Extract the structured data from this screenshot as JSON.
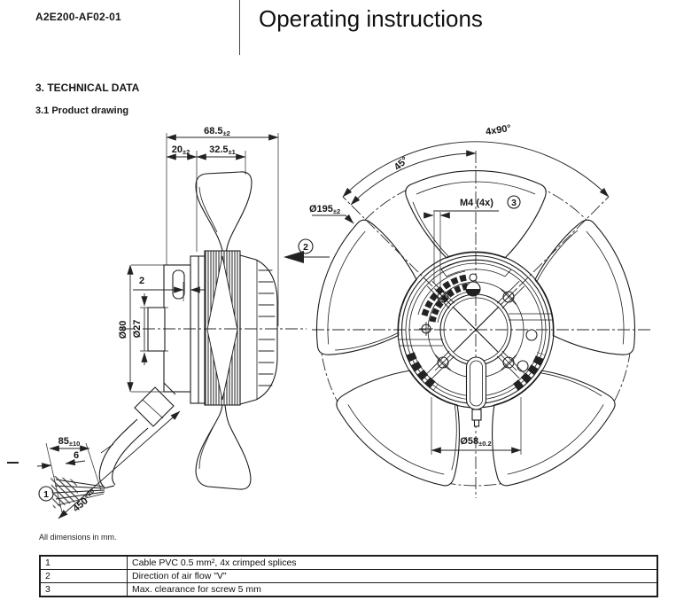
{
  "header": {
    "doc_code": "A2E200-AF02-01",
    "title": "Operating instructions"
  },
  "sections": {
    "heading": "3. TECHNICAL DATA",
    "subheading": "3.1 Product drawing"
  },
  "drawing": {
    "note": "All dimensions in mm.",
    "dims": {
      "d685": {
        "main": "68.5",
        "tol": "±2"
      },
      "d20": {
        "main": "20",
        "tol": "±2"
      },
      "d325": {
        "main": "32.5",
        "tol": "±1"
      },
      "d80": "Ø80",
      "d27": "Ø27",
      "d2": "2",
      "d85": {
        "main": "85",
        "tol": "±10"
      },
      "d6": "6",
      "d450": {
        "main": "450",
        "tol": "+20"
      },
      "d4x90": "4x90°",
      "d45": "45°",
      "d195": {
        "main": "Ø195",
        "tol": "±2"
      },
      "m4": {
        "label": "M4 (4x)",
        "note": "3"
      },
      "d58": {
        "main": "Ø58",
        "tol": "±0.2"
      }
    },
    "callouts": {
      "c1": "1",
      "c2": "2"
    }
  },
  "table": {
    "rows": [
      {
        "no": "1",
        "desc": "Cable PVC 0.5 mm², 4x crimped splices"
      },
      {
        "no": "2",
        "desc": "Direction of air flow \"V\""
      },
      {
        "no": "3",
        "desc": "Max. clearance for screw 5 mm"
      }
    ]
  }
}
